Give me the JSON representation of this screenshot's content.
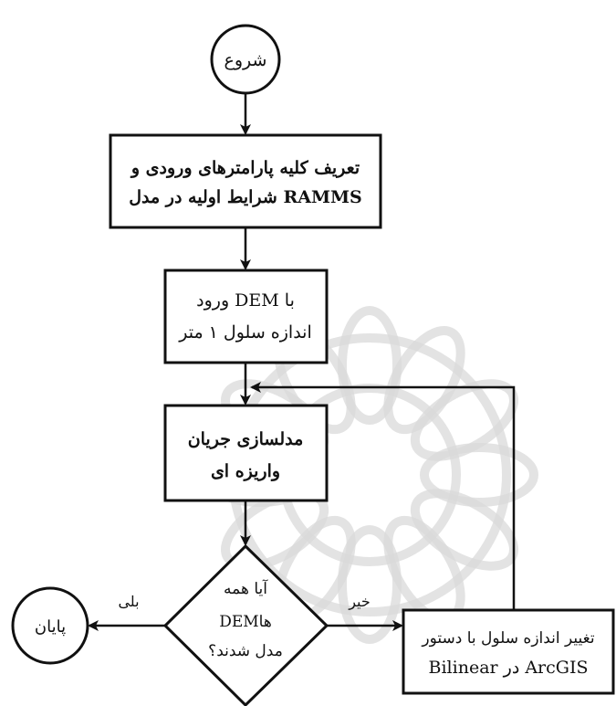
{
  "nodes": {
    "start": "شروع",
    "define_params": [
      "تعریف کلیه پارامترهای ورودی و",
      "شرایط اولیه در مدل RAMMS"
    ],
    "input_dem": [
      "ورود DEM با",
      "اندازه سلول ۱ متر"
    ],
    "model_flow": [
      "مدلسازی جریان",
      "واریزه ای"
    ],
    "decision": [
      "آیا همه",
      "DEMها",
      "مدل شدند؟"
    ],
    "change_cell": [
      "تغییر اندازه سلول با دستور",
      "Bilinear در ArcGIS"
    ],
    "end": "پایان"
  },
  "edges": {
    "yes": "بلی",
    "no": "خیر"
  }
}
